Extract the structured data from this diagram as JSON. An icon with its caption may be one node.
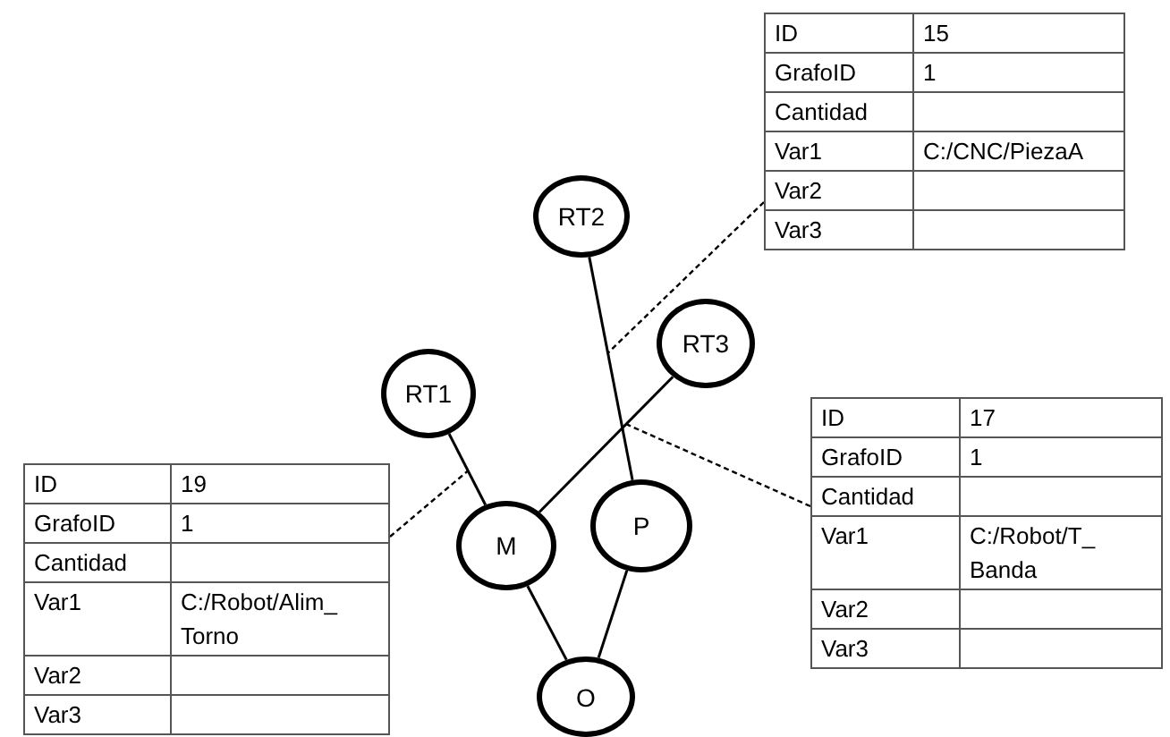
{
  "diagram": {
    "nodes": [
      {
        "text": [
          "ID",
          "15",
          "GrafoID",
          "1",
          "Cantidad",
          "Var1",
          "C:/CNC/PiezaA",
          "Var2",
          "Var3"
        ]
      },
      {
        "text": [
          "RT2"
        ]
      },
      {
        "text": [
          "RT3"
        ]
      },
      {
        "text": [
          "RT1"
        ]
      },
      {
        "text": [
          "ID",
          "17",
          "GrafoID",
          "1",
          "Cantidad",
          "Var1",
          "C:/Robot/T_ Banda",
          "Var2",
          "Var3"
        ]
      },
      {
        "text": [
          "ID",
          "19",
          "GrafoID",
          "1",
          "Cantidad",
          "Var1",
          "C:/Robot/Alim_ Torno",
          "Var2",
          "Var3"
        ]
      },
      {
        "text": [
          "M"
        ]
      },
      {
        "text": [
          "P"
        ]
      },
      {
        "text": [
          "O"
        ]
      }
    ],
    "edges": [
      {
        "from": 1,
        "to": 7,
        "arrow": "none"
      },
      {
        "from": 2,
        "to": 6,
        "arrow": "none"
      },
      {
        "from": 3,
        "to": 6,
        "arrow": "none"
      },
      {
        "from": 6,
        "to": 8,
        "arrow": "none"
      },
      {
        "from": 7,
        "to": 8,
        "arrow": "none"
      },
      {
        "from": 0,
        "to": null,
        "arrow": "none",
        "style": "dashed"
      },
      {
        "from": 4,
        "to": null,
        "arrow": "none",
        "style": "dashed"
      },
      {
        "from": 5,
        "to": null,
        "arrow": "none",
        "style": "dashed"
      }
    ]
  }
}
